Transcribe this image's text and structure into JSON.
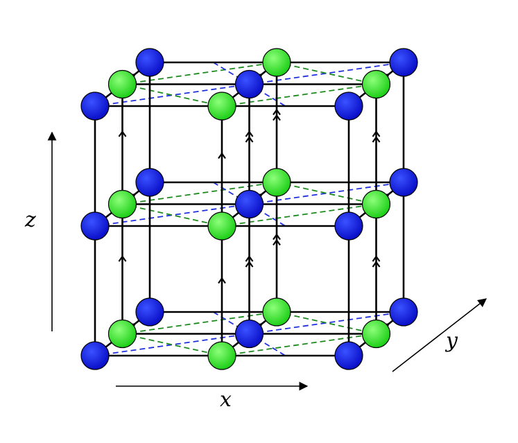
{
  "axes": {
    "x": "x",
    "y": "y",
    "z": "z"
  },
  "lattice": {
    "layers": 3,
    "vertices_per_layer": [
      "front-left",
      "front-mid",
      "front-right",
      "back-left",
      "back-mid",
      "back-right"
    ]
  },
  "colors": {
    "blue_node": "#0b10d6",
    "green_node": "#22d61e",
    "edge": "#000000",
    "blue_dashed": "#1f2fe0",
    "green_dashed": "#1c8a1c"
  }
}
